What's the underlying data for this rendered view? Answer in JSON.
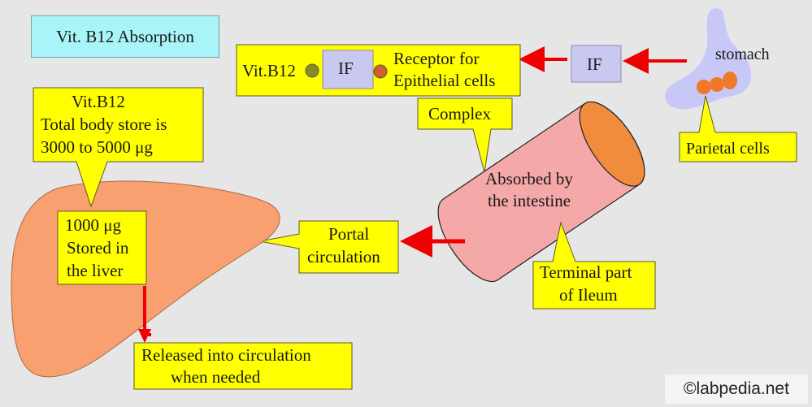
{
  "title": "Vit. B12 Absorption",
  "stomach": {
    "label": "stomach",
    "callout": "Parietal cells"
  },
  "if_box": {
    "label": "IF"
  },
  "complex_box": {
    "left_label": "Vit.B12",
    "if_label": "IF",
    "right_label_line1": "Receptor for",
    "right_label_line2": "Epithelial cells"
  },
  "complex_callout": "Complex",
  "intestine": {
    "label_line1": "Absorbed by",
    "label_line2": "the intestine",
    "callout_line1": "Terminal part",
    "callout_line2": "of Ileum"
  },
  "portal_callout": {
    "line1": "Portal",
    "line2": "circulation"
  },
  "body_store_callout": {
    "line1": "Vit.B12",
    "line2": "Total body store  is",
    "line3": "3000 to 5000 μg"
  },
  "liver_box": {
    "line1": "1000 μg",
    "line2": "Stored in",
    "line3": "the liver"
  },
  "release_callout": {
    "line1": "Released into circulation",
    "line2": "when needed"
  },
  "credit": "©labpedia.net",
  "colors": {
    "background": "#e6e6e6",
    "title_fill": "#a8f4f8",
    "callout_fill": "#ffff00",
    "arrow": "#ee0000",
    "liver": "#f8a070",
    "intestine": "#f4a8a8",
    "intestine_end": "#f08c3c",
    "stomach": "#c8c8f8",
    "parietal": "#f07828",
    "if_fill": "#c8c8f0"
  }
}
